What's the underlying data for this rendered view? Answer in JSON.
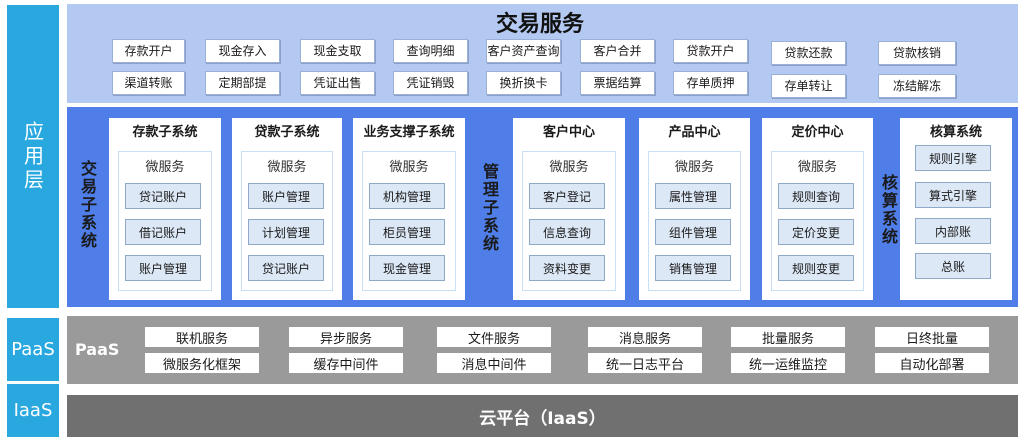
{
  "layers": {
    "app": "应用层",
    "paas": "PaaS",
    "iaas": "IaaS"
  },
  "transaction": {
    "title": "交易服务",
    "row1": [
      "存款开户",
      "现金存入",
      "现金支取",
      "查询明细",
      "客户资产查询",
      "客户合并",
      "贷款开户",
      "贷款还款",
      "贷款核销"
    ],
    "row2": [
      "渠道转账",
      "定期部提",
      "凭证出售",
      "凭证销毁",
      "换折换卡",
      "票据结算",
      "存单质押",
      "存单转让",
      "冻结解冻"
    ]
  },
  "subsystems": {
    "trade_label": "交易子系统",
    "mgmt_label": "管理子系统",
    "acct_label": "核算系统",
    "micro_label": "微服务",
    "deposit": {
      "title": "存款子系统",
      "items": [
        "贷记账户",
        "借记账户",
        "账户管理"
      ]
    },
    "loan": {
      "title": "贷款子系统",
      "items": [
        "账户管理",
        "计划管理",
        "贷记账户"
      ]
    },
    "support": {
      "title": "业务支撑子系统",
      "items": [
        "机构管理",
        "柜员管理",
        "现金管理"
      ]
    },
    "customer": {
      "title": "客户中心",
      "items": [
        "客户登记",
        "信息查询",
        "资料变更"
      ]
    },
    "product": {
      "title": "产品中心",
      "items": [
        "属性管理",
        "组件管理",
        "销售管理"
      ]
    },
    "pricing": {
      "title": "定价中心",
      "items": [
        "规则查询",
        "定价变更",
        "规则变更"
      ]
    },
    "accounting": {
      "title": "核算系统",
      "items": [
        "规则引擎",
        "算式引擎",
        "内部账",
        "总账"
      ]
    }
  },
  "paas": {
    "label": "PaaS",
    "row1": [
      "联机服务",
      "异步服务",
      "文件服务",
      "消息服务",
      "批量服务",
      "日终批量"
    ],
    "row2": [
      "微服务化框架",
      "缓存中间件",
      "消息中间件",
      "统一日志平台",
      "统一运维监控",
      "自动化部署"
    ]
  },
  "iaas": {
    "title": "云平台（IaaS）"
  }
}
